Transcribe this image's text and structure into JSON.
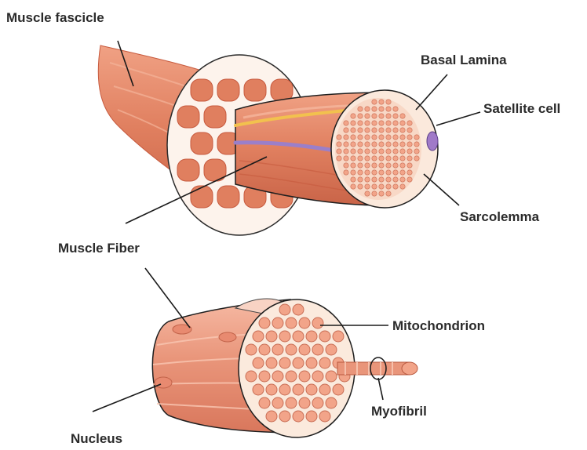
{
  "labels": {
    "muscle_fascicle": "Muscle fascicle",
    "basal_lamina": "Basal Lamina",
    "satellite_cell": "Satellite cell",
    "sarcolemma": "Sarcolemma",
    "muscle_fiber": "Muscle Fiber",
    "mitochondrion": "Mitochondrion",
    "myofibril": "Myofibril",
    "nucleus": "Nucleus"
  },
  "colors": {
    "muscle": "#e07f5f",
    "muscle_dark": "#c75a3e",
    "fibril": "#f2a489",
    "fibril_stroke": "#c96e55",
    "connective": "#fbe9dc",
    "nerve": "#9b7fc9",
    "fat": "#f2c14e",
    "line": "#1a1a1a"
  },
  "icons": {
    "fascicle": "muscle-fascicle-illustration",
    "fiber": "muscle-fiber-illustration"
  }
}
